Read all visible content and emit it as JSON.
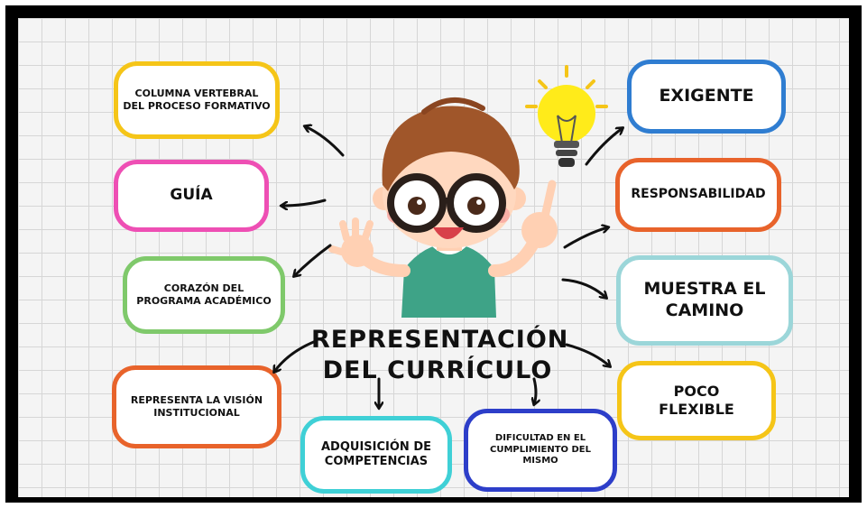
{
  "title": {
    "line1": "REPRESENTACIÓN",
    "line2": "DEL CURRÍCULO"
  },
  "nodes": {
    "columna": {
      "line1": "COLUMNA VERTEBRAL",
      "line2": "DEL PROCESO FORMATIVO",
      "color": "#f5c518"
    },
    "guia": {
      "line1": "GUÍA",
      "color": "#ee4fb4"
    },
    "corazon": {
      "line1": "CORAZÓN DEL",
      "line2": "PROGRAMA ACADÉMICO",
      "color": "#7fc96b"
    },
    "vision": {
      "line1": "REPRESENTA LA VISIÓN",
      "line2": "INSTITUCIONAL",
      "color": "#e8632b"
    },
    "adquisicion": {
      "line1": "ADQUISICIÓN DE",
      "line2": "COMPETENCIAS",
      "color": "#3fd0d6"
    },
    "dificultad": {
      "line1": "DIFICULTAD EN EL",
      "line2": "CUMPLIMIENTO DEL",
      "line3": "MISMO",
      "color": "#2d3ec9"
    },
    "exigente": {
      "line1": "EXIGENTE",
      "color": "#2f7dd1"
    },
    "responsabilidad": {
      "line1": "RESPONSABILIDAD",
      "color": "#e8632b"
    },
    "muestra": {
      "line1": "MUESTRA EL",
      "line2": "CAMINO",
      "color": "#9bd6d9"
    },
    "poco": {
      "line1": "POCO",
      "line2": "FLEXIBLE",
      "color": "#f5c518"
    }
  }
}
